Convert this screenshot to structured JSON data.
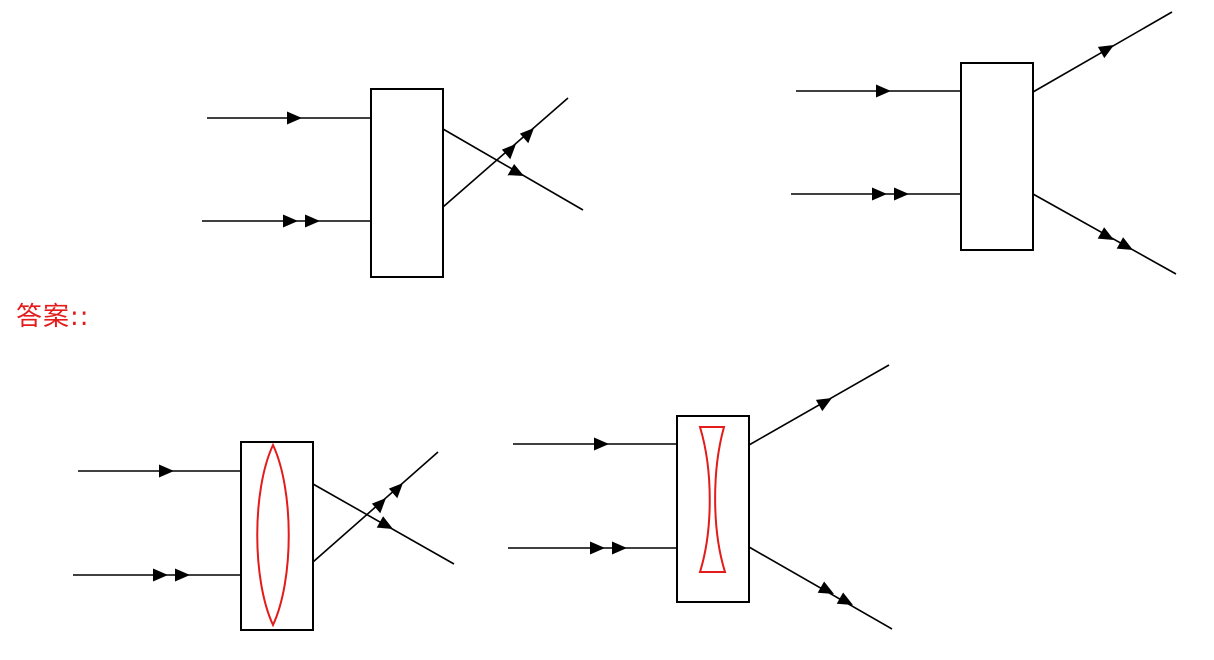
{
  "answer_label": "答案::",
  "colors": {
    "line": "#000000",
    "lens": "#e31b1b",
    "label": "#e31b1b",
    "box_fill": "#ffffff"
  },
  "figures": [
    {
      "name": "question-convergent",
      "lens": "none",
      "rays": "crossing"
    },
    {
      "name": "question-divergent",
      "lens": "none",
      "rays": "spreading"
    },
    {
      "name": "answer-convergent",
      "lens": "convex-lens",
      "rays": "crossing"
    },
    {
      "name": "answer-divergent",
      "lens": "concave-lens",
      "rays": "spreading"
    }
  ]
}
